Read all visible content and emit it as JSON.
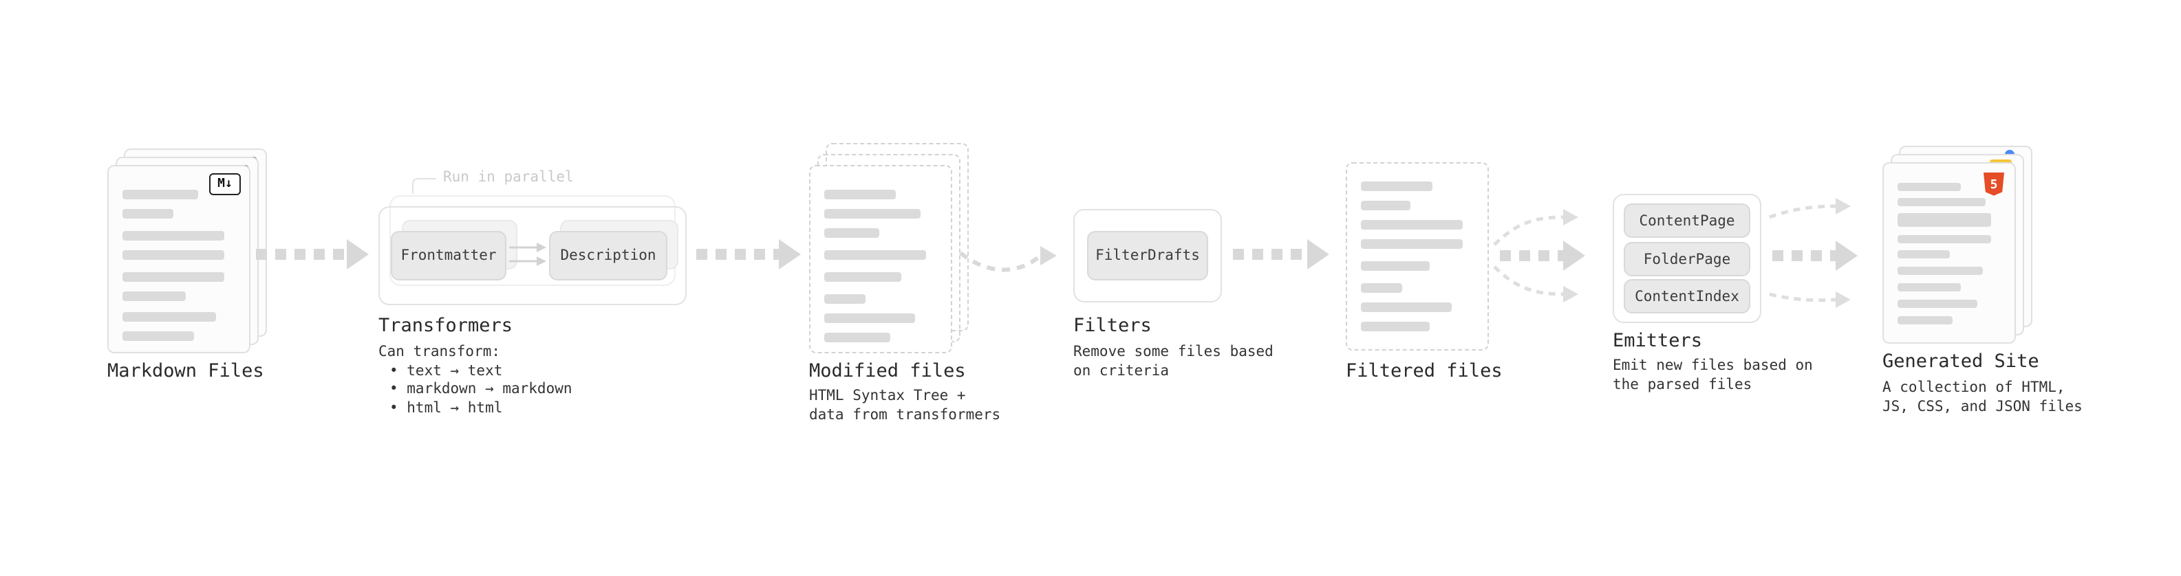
{
  "canvas": {
    "background": "#ffffff"
  },
  "colors": {
    "text": "#2a2a2a",
    "muted_label": "#c9c9c9",
    "placeholder_bar": "#dbdbdb",
    "arrow": "#d8d8d8",
    "card_border": "#e0e0e0",
    "chip_bg": "#e9e9e9",
    "html5_orange": "#e44d26",
    "accent_blue": "#4a8af4",
    "accent_yellow": "#f5c63c"
  },
  "nodes": {
    "markdown_files": {
      "title": "Markdown Files"
    },
    "transformers": {
      "title": "Transformers",
      "parallel_label": "Run in parallel",
      "chips": [
        "Frontmatter",
        "Description"
      ],
      "caption_lines": [
        "Can transform:",
        "• text → text",
        "• markdown → markdown",
        "• html → html"
      ]
    },
    "modified_files": {
      "title": "Modified files",
      "caption_lines": [
        "HTML Syntax Tree +",
        "data from transformers"
      ]
    },
    "filters": {
      "title": "Filters",
      "chips": [
        "FilterDrafts"
      ],
      "caption_lines": [
        "Remove some files based",
        "on criteria"
      ]
    },
    "filtered_files": {
      "title": "Filtered files"
    },
    "emitters": {
      "title": "Emitters",
      "chips": [
        "ContentPage",
        "FolderPage",
        "ContentIndex"
      ],
      "caption_lines": [
        "Emit new files based on",
        "the parsed files"
      ]
    },
    "generated_site": {
      "title": "Generated Site",
      "caption_lines": [
        "A collection of HTML,",
        "JS, CSS, and JSON files"
      ]
    }
  },
  "icons": {
    "markdown_glyph": "M↓",
    "html5_glyph": "5"
  }
}
